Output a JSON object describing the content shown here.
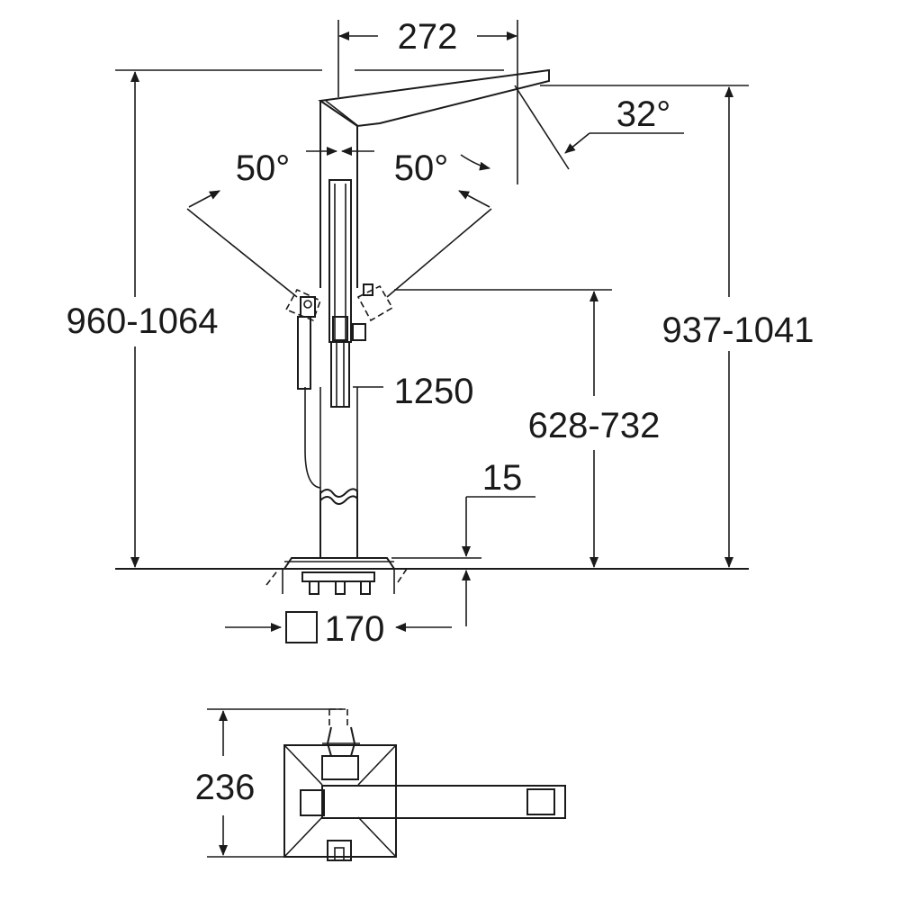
{
  "dimensions": {
    "top_width": "272",
    "spout_angle": "32°",
    "left_swivel_angle": "50°",
    "right_swivel_angle": "50°",
    "total_height_left": "960-1064",
    "total_height_right": "937-1041",
    "hose_length": "1250",
    "handle_height": "628-732",
    "floor_offset": "15",
    "base_size": "170",
    "plan_depth": "236"
  },
  "colors": {
    "line": "#1a1a1a",
    "background": "#ffffff"
  }
}
